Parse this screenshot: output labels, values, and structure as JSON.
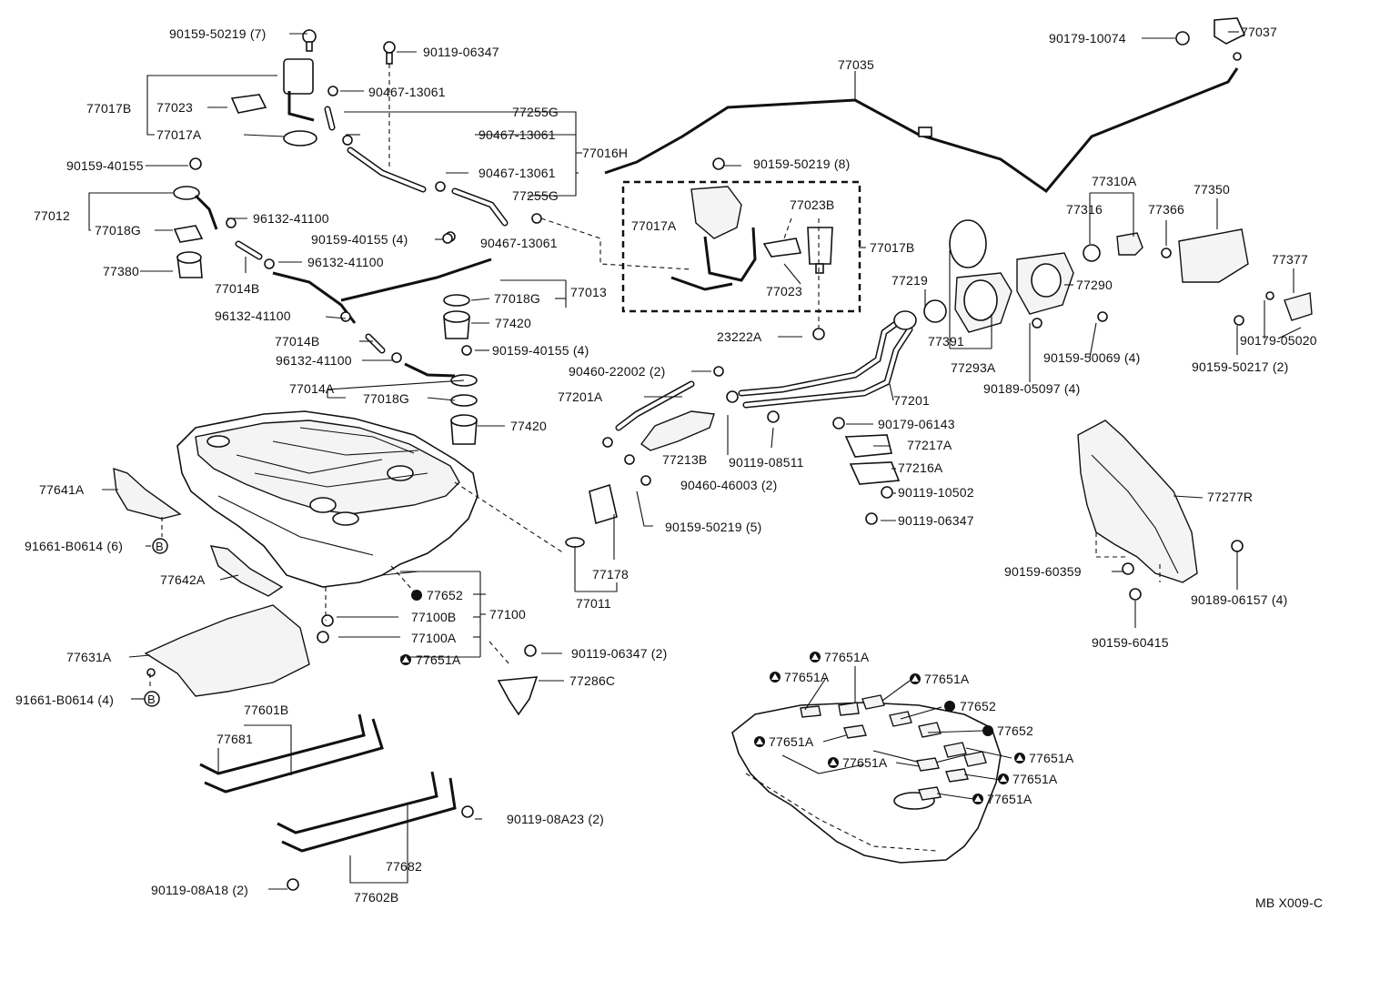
{
  "labels": {
    "l01": "90159-50219 (7)",
    "l02": "90119-06347",
    "l03": "90467-13061",
    "l04": "77017B",
    "l05": "77023",
    "l06": "77017A",
    "l07": "77255G",
    "l08": "90467-13061",
    "l09": "77016H",
    "l10": "90159-40155",
    "l11": "90467-13061",
    "l12": "77255G",
    "l13": "77012",
    "l14": "96132-41100",
    "l15": "77018G",
    "l16": "90159-40155 (4)",
    "l17": "90467-13061",
    "l18": "77380",
    "l19": "96132-41100",
    "l20": "77014B",
    "l21": "77018G",
    "l22": "77013",
    "l23": "96132-41100",
    "l24": "77420",
    "l25": "77014B",
    "l26": "90159-40155 (4)",
    "l27": "96132-41100",
    "l28": "77014A",
    "l29": "77018G",
    "l30": "77420",
    "l31": "77641A",
    "l32": "91661-B0614 (6)",
    "l33": "77642A",
    "l34": "77652",
    "l35": "77100",
    "l36": "77100B",
    "l37": "77100A",
    "l38": "77651A",
    "l39": "77631A",
    "l40": "90119-06347 (2)",
    "l41": "77286C",
    "l42": "91661-B0614 (4)",
    "l43": "77601B",
    "l44": "77681",
    "l45": "90119-08A23 (2)",
    "l46": "77682",
    "l47": "90119-08A18 (2)",
    "l48": "77602B",
    "l49": "90179-10074",
    "l50": "77037",
    "l51": "77035",
    "l52": "90159-50219 (8)",
    "l53": "77023B",
    "l54": "77017A",
    "l55": "77017B",
    "l56": "77023",
    "l57": "23222A",
    "l58": "77310A",
    "l59": "77350",
    "l60": "77316",
    "l61": "77366",
    "l62": "77377",
    "l63": "77219",
    "l64": "77290",
    "l65": "77391",
    "l66": "77293A",
    "l67": "90159-50069 (4)",
    "l68": "90179-05020",
    "l69": "90159-50217 (2)",
    "l70": "90189-05097 (4)",
    "l71": "90460-22002 (2)",
    "l72": "77201A",
    "l73": "77201",
    "l74": "90179-06143",
    "l75": "77217A",
    "l76": "77213B",
    "l77": "90119-08511",
    "l78": "77216A",
    "l79": "90460-46003 (2)",
    "l80": "90119-10502",
    "l81": "90159-50219 (5)",
    "l82": "90119-06347",
    "l83": "77178",
    "l84": "77011",
    "l85": "77277R",
    "l86": "90159-60359",
    "l87": "90189-06157 (4)",
    "l88": "90159-60415",
    "l89": "77651A",
    "l90": "77651A",
    "l91": "77651A",
    "l92": "77652",
    "l93": "77652",
    "l94": "77651A",
    "l95": "77651A",
    "l96": "77651A",
    "l97": "77651A",
    "l98": "77651A",
    "l99": "MB X009-C"
  },
  "symbols": {
    "b": "B"
  }
}
